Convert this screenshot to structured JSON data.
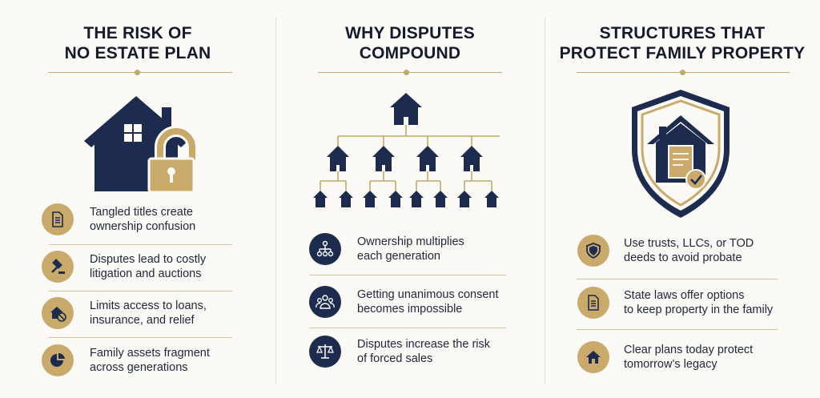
{
  "columns": [
    {
      "title": "THE RISK OF\nNO ESTATE PLAN",
      "items": [
        {
          "icon": "document-icon",
          "text": "Tangled titles create\nownership confusion"
        },
        {
          "icon": "gavel-icon",
          "text": "Disputes lead to costly\nlitigation and auctions"
        },
        {
          "icon": "house-blocked-icon",
          "text": "Limits access to loans,\ninsurance, and relief"
        },
        {
          "icon": "pie-chart-icon",
          "text": "Family assets fragment\nacross generations"
        }
      ]
    },
    {
      "title": "WHY DISPUTES\nCOMPOUND",
      "items": [
        {
          "icon": "network-icon",
          "text": "Ownership multiplies\neach generation"
        },
        {
          "icon": "group-icon",
          "text": "Getting unanimous consent\nbecomes impossible"
        },
        {
          "icon": "scales-icon",
          "text": "Disputes increase the risk\nof forced sales"
        }
      ]
    },
    {
      "title": "STRUCTURES THAT\nPROTECT FAMILY PROPERTY",
      "items": [
        {
          "icon": "shield-icon",
          "text": "Use trusts, LLCs, or TOD\ndeeds to avoid probate"
        },
        {
          "icon": "document-icon",
          "text": "State laws offer options\nto keep property in the family"
        },
        {
          "icon": "home-icon",
          "text": "Clear plans today protect\ntomorrow’s legacy"
        }
      ]
    }
  ],
  "colors": {
    "navy": "#1c2b4e",
    "gold": "#c9aa6a",
    "background": "#fbfaf7"
  }
}
